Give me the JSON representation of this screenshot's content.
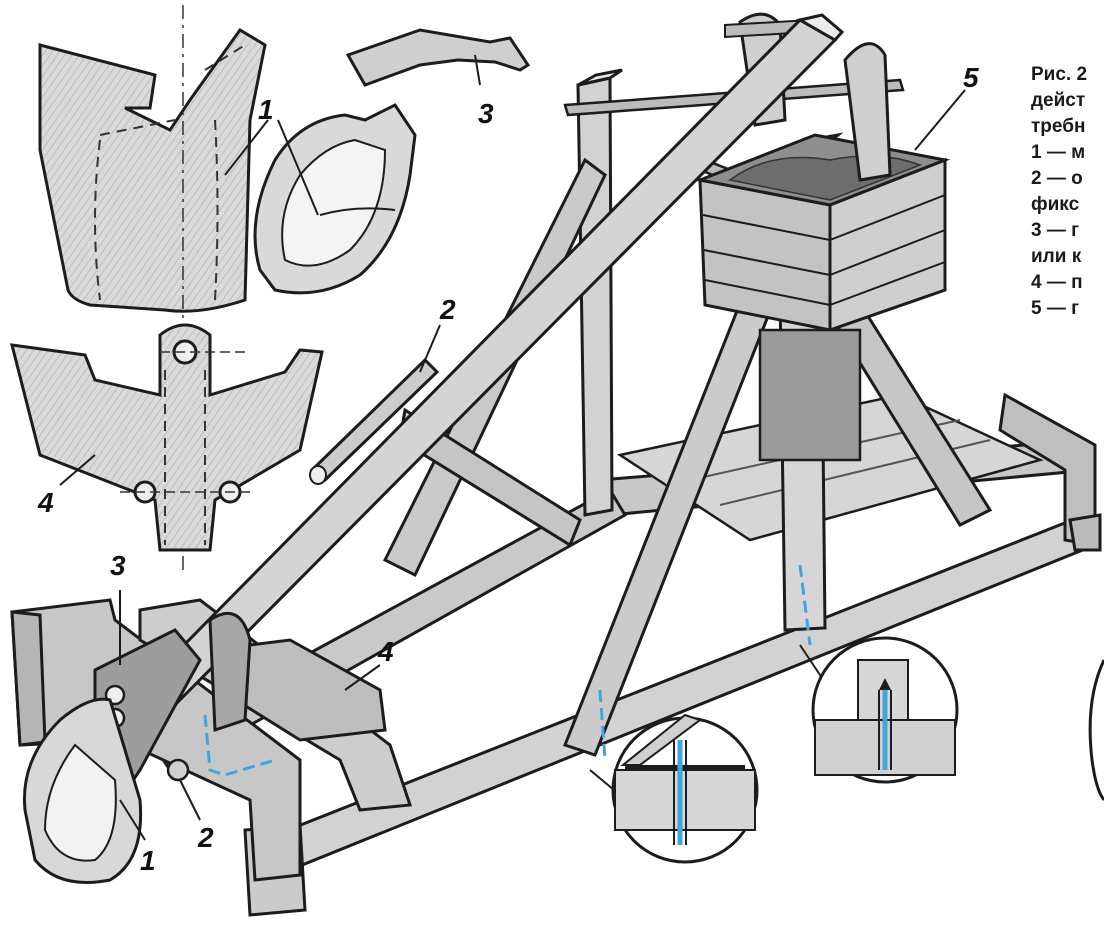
{
  "colors": {
    "wood": "#d6d6d6",
    "wood_dark": "#a9a9a9",
    "outline": "#1c1c1c",
    "pin_blue": "#3fa7e0",
    "shade": "#8c8c8c"
  },
  "part_labels": {
    "p1_top": "1",
    "p2_top": "2",
    "p3_top": "3",
    "p4_top": "4",
    "p5_top": "5",
    "p3_bottom": "3",
    "p4_bottom": "4",
    "p1_bottom": "1",
    "p2_bottom": "2"
  },
  "caption": {
    "lines": [
      "Рис. 2",
      "дейст",
      "требн",
      "1 — м",
      "2 — о",
      "фикс",
      "3 — г",
      "или к",
      "4 — п",
      "5 — г"
    ]
  }
}
